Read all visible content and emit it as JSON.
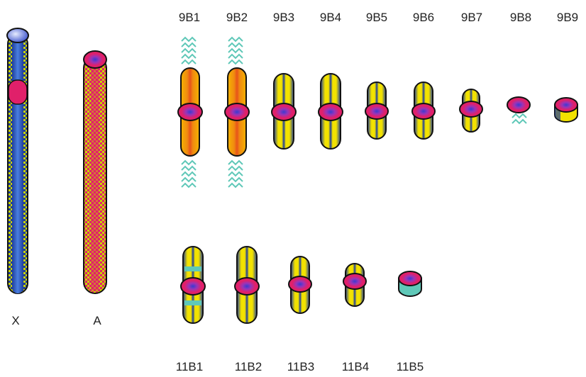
{
  "diagram": {
    "colors": {
      "outline": "#111111",
      "blue": "#1f3d9a",
      "yellow": "#f2e200",
      "orange_core": "#e8531a",
      "orange_edge": "#f5b400",
      "red": "#e0206a",
      "cap_blue": "#6a7fd8",
      "teal": "#5fc8b8",
      "checker_a": "#e0206a",
      "checker_b": "#c9d400"
    },
    "reference": [
      {
        "id": "X",
        "label": "X",
        "pattern": "blue-core-checker-edge",
        "centromere": "subterminal-cap"
      },
      {
        "id": "A",
        "label": "A",
        "pattern": "red-checker",
        "centromere": "terminal-red"
      }
    ],
    "row_9B": [
      {
        "label": "9B1",
        "type": "orange",
        "repeats": true
      },
      {
        "label": "9B2",
        "type": "orange",
        "repeats": true
      },
      {
        "label": "9B3",
        "type": "yellow-blue"
      },
      {
        "label": "9B4",
        "type": "yellow-blue"
      },
      {
        "label": "9B5",
        "type": "yellow-blue"
      },
      {
        "label": "9B6",
        "type": "yellow-blue"
      },
      {
        "label": "9B7",
        "type": "yellow-blue"
      },
      {
        "label": "9B8",
        "type": "dot",
        "repeats_below": true
      },
      {
        "label": "9B9",
        "type": "dot-yellow"
      }
    ],
    "row_11B": [
      {
        "label": "11B1",
        "type": "yellow-blue",
        "teal_bands": true
      },
      {
        "label": "11B2",
        "type": "yellow-blue"
      },
      {
        "label": "11B3",
        "type": "yellow-blue"
      },
      {
        "label": "11B4",
        "type": "yellow-blue"
      },
      {
        "label": "11B5",
        "type": "dot-teal"
      }
    ]
  }
}
